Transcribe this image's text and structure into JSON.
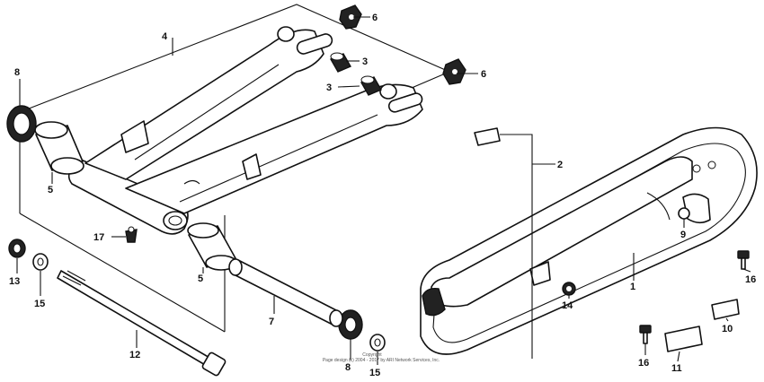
{
  "labels": {
    "l1": "1",
    "l2": "2",
    "l3a": "3",
    "l3b": "3",
    "l4": "4",
    "l5a": "5",
    "l5b": "5",
    "l6a": "6",
    "l6b": "6",
    "l7": "7",
    "l8a": "8",
    "l8b": "8",
    "l9": "9",
    "l10": "10",
    "l11": "11",
    "l12": "12",
    "l13": "13",
    "l14": "14",
    "l15a": "15",
    "l15b": "15",
    "l16a": "16",
    "l16b": "16",
    "l17": "17"
  },
  "copyright": {
    "line1": "Copyright",
    "line2": "Page design (c) 2004 - 2017 by ARI Network Services, Inc."
  }
}
